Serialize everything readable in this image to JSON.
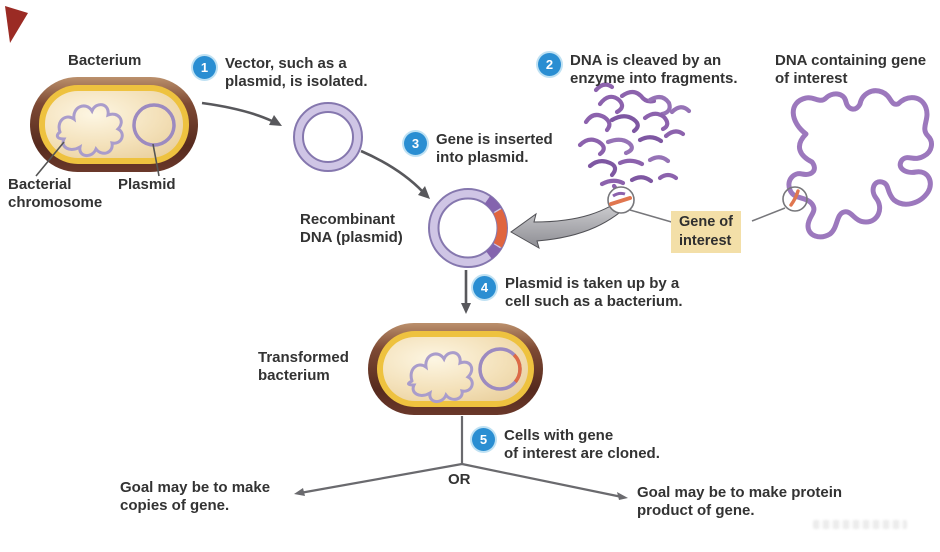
{
  "labels": {
    "bacterium": "Bacterium",
    "bacterial_chromosome": {
      "lines": [
        "Bacterial",
        "chromosome"
      ]
    },
    "plasmid": "Plasmid",
    "recombinant_dna": {
      "lines": [
        "Recombinant",
        "DNA (plasmid)"
      ]
    },
    "dna_containing_gene": {
      "lines": [
        "DNA containing gene",
        "of interest"
      ]
    },
    "gene_of_interest": {
      "lines": [
        "Gene of",
        "interest"
      ]
    },
    "transformed_bacterium": {
      "lines": [
        "Transformed",
        "bacterium"
      ]
    },
    "or": "OR"
  },
  "steps": [
    {
      "num": "1",
      "lines": [
        "Vector, such as a",
        "plasmid, is isolated."
      ]
    },
    {
      "num": "2",
      "lines": [
        "DNA is cleaved by an",
        "enzyme into fragments."
      ]
    },
    {
      "num": "3",
      "lines": [
        "Gene is inserted",
        "into plasmid."
      ]
    },
    {
      "num": "4",
      "lines": [
        "Plasmid is taken up by a",
        "cell such as a bacterium."
      ]
    },
    {
      "num": "5",
      "lines": [
        "Cells with gene",
        "of interest are cloned."
      ]
    }
  ],
  "goals": {
    "left": {
      "lines": [
        "Goal may be to make",
        "copies of gene."
      ]
    },
    "right": {
      "lines": [
        "Goal may be to make protein",
        "product of gene."
      ]
    }
  },
  "colors": {
    "step_badge_blue": "#2a8ed2",
    "dna_purple": "#9673b6",
    "chromosome_purple": "#a99ccb",
    "plasmid_ring_fill": "#cfc5e5",
    "plasmid_outline": "#8577ae",
    "gene_orange": "#e0653f",
    "gene_box_background": "#f3dfa8",
    "capsule_wall_brown": "#5d2d22",
    "capsule_gold": "#eec23f",
    "capsule_interior_cream": "#f3e0b8",
    "arrow_gray": "#58585c",
    "text_dark": "#333333",
    "corner_triangle_red": "#9b2b24"
  }
}
